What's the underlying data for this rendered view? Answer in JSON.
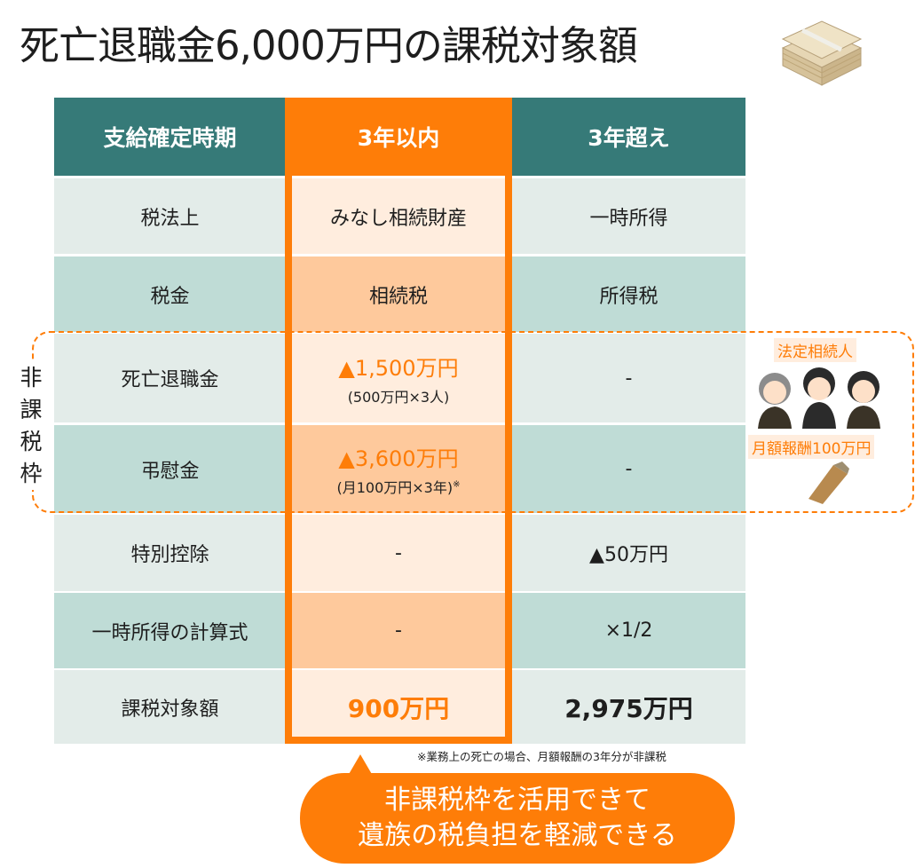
{
  "title": "死亡退職金6,000万円の課税対象額",
  "icons": {
    "title_icon": "money-stack-icon"
  },
  "table": {
    "headers": [
      "支給確定時期",
      "3年以内",
      "3年超え"
    ],
    "rows": [
      {
        "label": "税法上",
        "within3": "みなし相続財産",
        "over3": "一時所得"
      },
      {
        "label": "税金",
        "within3": "相続税",
        "over3": "所得税"
      },
      {
        "label": "死亡退職金",
        "within3": "▲1,500万円",
        "within3_sub": "(500万円×3人)",
        "over3": "-"
      },
      {
        "label": "弔慰金",
        "within3": "▲3,600万円",
        "within3_sub": "(月100万円×3年)",
        "within3_mark": "※",
        "over3": "-"
      },
      {
        "label": "特別控除",
        "within3": "-",
        "over3": "▲50万円"
      },
      {
        "label": "一時所得の計算式",
        "within3": "-",
        "over3": "×1/2"
      },
      {
        "label": "課税対象額",
        "within3": "900万円",
        "over3": "2,975万円"
      }
    ]
  },
  "non_taxable_label": [
    "非",
    "課",
    "税",
    "枠"
  ],
  "side": {
    "heirs_label": "法定相続人",
    "salary_label": "月額報酬100万円"
  },
  "footnote": "※業務上の死亡の場合、月額報酬の3年分が非課税",
  "callout": {
    "line1": "非課税枠を活用できて",
    "line2": "遺族の税負担を軽減できる"
  },
  "colors": {
    "teal": "#367a78",
    "orange": "#fe7d08",
    "light_row": "#e3ece9",
    "dark_row": "#bfdcd6",
    "orange_light": "#ffedde",
    "orange_dark": "#fec99c"
  }
}
